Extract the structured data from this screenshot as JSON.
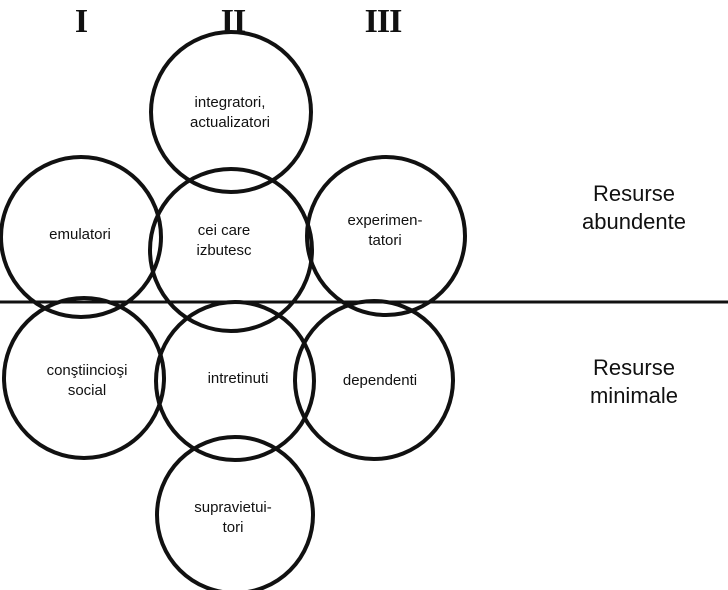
{
  "columns": {
    "col1": "I",
    "col2": "II",
    "col3": "III"
  },
  "rows": {
    "top": {
      "line1": "Resurse",
      "line2": "abundente"
    },
    "bottom": {
      "line1": "Resurse",
      "line2": "minimale"
    }
  },
  "nodes": {
    "integratori": {
      "line1": "integratori,",
      "line2": "actualizatori"
    },
    "emulatori": {
      "line1": "emulatori"
    },
    "cei_care_izbutesc": {
      "line1": "cei care",
      "line2": "izbutesc"
    },
    "experimentatori": {
      "line1": "experimen-",
      "line2": "tatori"
    },
    "constiinciosi_social": {
      "line1": "conştiincioşi",
      "line2": "social"
    },
    "intretinuti": {
      "line1": "intretinuti"
    },
    "dependenti": {
      "line1": "dependenti"
    },
    "supravietuitori": {
      "line1": "supravietui-",
      "line2": "tori"
    }
  }
}
